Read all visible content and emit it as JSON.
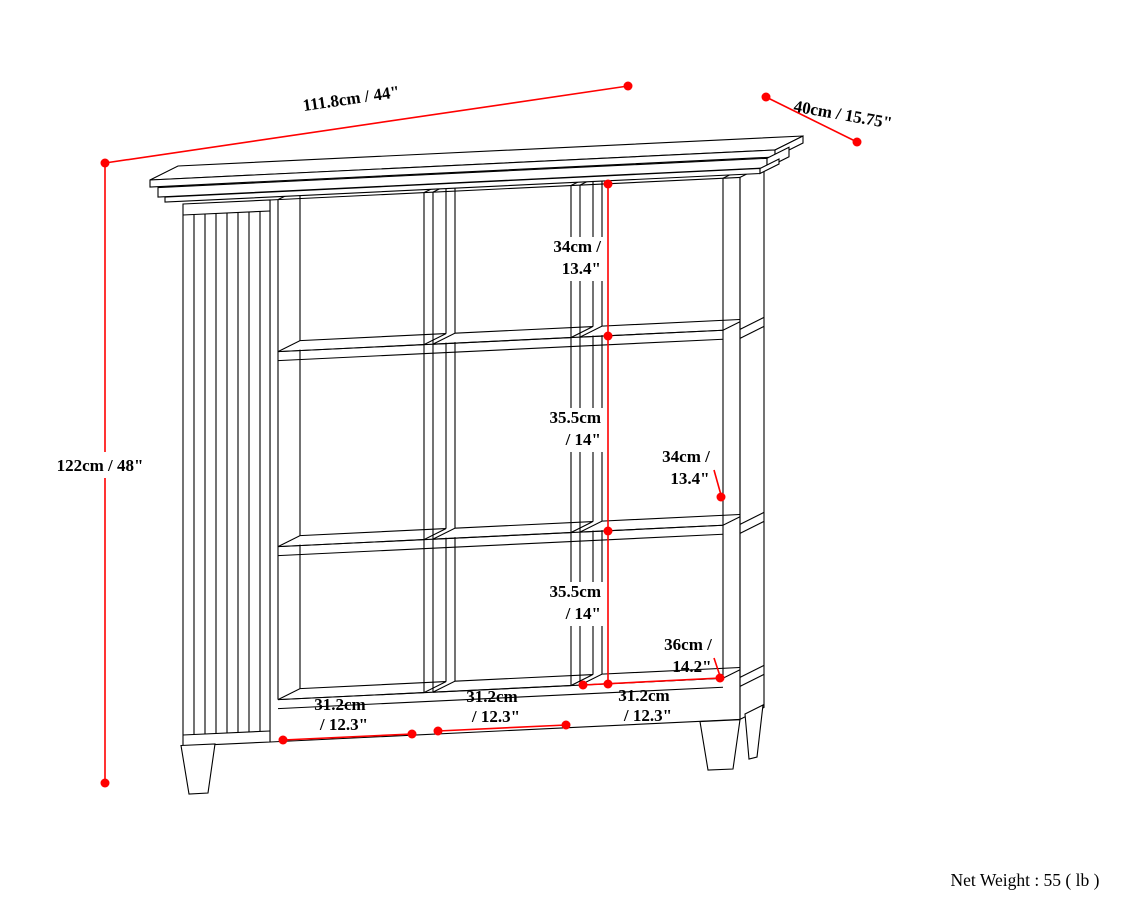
{
  "dimensions": {
    "width": "111.8cm / 44\"",
    "depth": "40cm / 15.75\"",
    "height": "122cm / 48\"",
    "cube_top_height": [
      "34cm /",
      "13.4\""
    ],
    "cube_middle_height": [
      "35.5cm",
      "/ 14\""
    ],
    "cube_bottom_height": [
      "35.5cm",
      "/ 14\""
    ],
    "side_shelf": [
      "34cm /",
      "13.4\""
    ],
    "side_bottom": [
      "36cm /",
      "14.2\""
    ],
    "cube_width_left": [
      "31.2cm",
      "/ 12.3\""
    ],
    "cube_width_middle": [
      "31.2cm",
      "/ 12.3\""
    ],
    "cube_width_right": [
      "31.2cm",
      "/ 12.3\""
    ]
  },
  "footer": {
    "net_weight": "Net Weight : 55 ( lb )"
  },
  "colors": {
    "dimension_red": "#ff0000",
    "line_black": "#000000",
    "background": "#ffffff"
  }
}
